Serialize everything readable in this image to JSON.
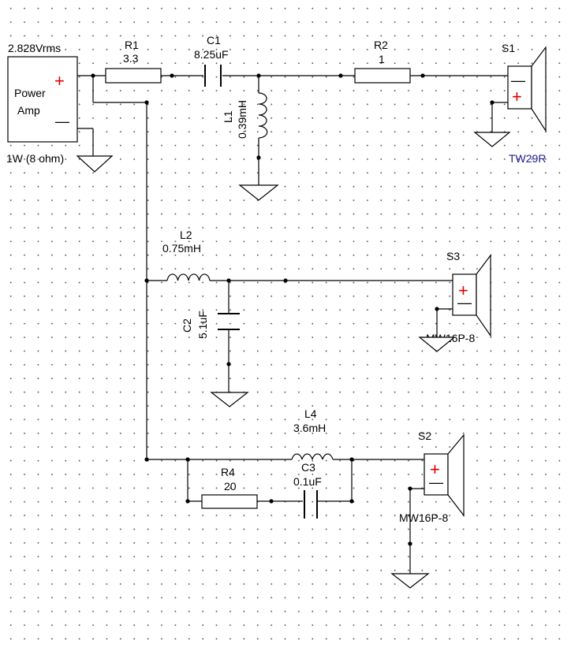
{
  "source": {
    "voltage": "2.828Vrms",
    "label_line1": "Power",
    "label_line2": "Amp",
    "plus": "+",
    "minus": "—",
    "power_rating": "1W (8 ohm)"
  },
  "components": {
    "r1": {
      "ref": "R1",
      "value": "3.3"
    },
    "c1": {
      "ref": "C1",
      "value": "8.25uF"
    },
    "l1": {
      "ref": "L1",
      "value": "0.39mH"
    },
    "r2": {
      "ref": "R2",
      "value": "1"
    },
    "l2": {
      "ref": "L2",
      "value": "0.75mH"
    },
    "c2": {
      "ref": "C2",
      "value": "5.1uF"
    },
    "l4": {
      "ref": "L4",
      "value": "3.6mH"
    },
    "c3": {
      "ref": "C3",
      "value": "0.1uF"
    },
    "r4": {
      "ref": "R4",
      "value": "20"
    }
  },
  "speakers": {
    "s1": {
      "ref": "S1",
      "model": "TW29R"
    },
    "s3": {
      "ref": "S3",
      "model": "MW16P-8"
    },
    "s2": {
      "ref": "S2",
      "model": "MW16P-8"
    }
  },
  "colors": {
    "wire": "#000000",
    "plus_sign": "#e00000",
    "model_label": "#1a1a8c",
    "grid_dot": "#5a5a5a"
  }
}
